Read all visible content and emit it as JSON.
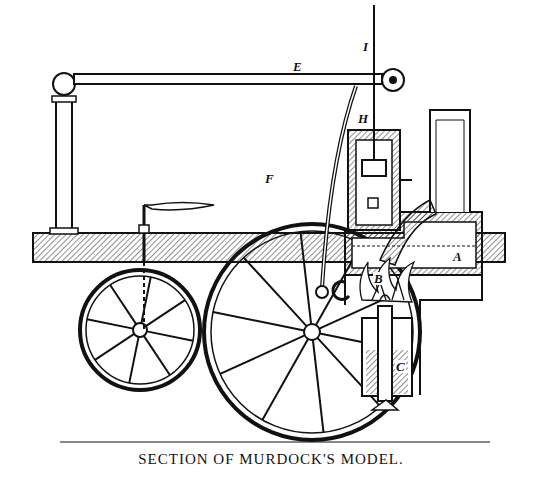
{
  "diagram": {
    "caption": "SECTION OF MURDOCK'S MODEL.",
    "labels": [
      "I",
      "E",
      "F",
      "H",
      "A",
      "B",
      "C"
    ]
  }
}
